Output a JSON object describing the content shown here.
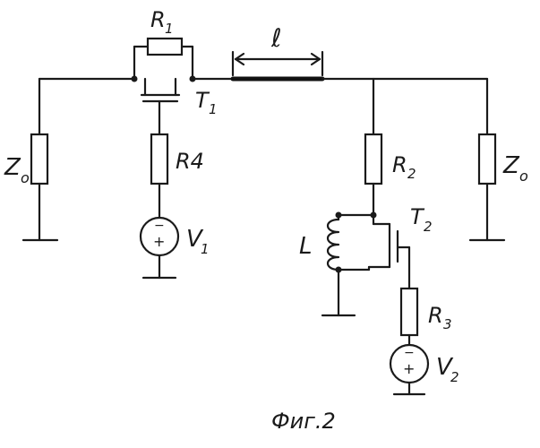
{
  "components": {
    "r1": "R",
    "r1_sub": "1",
    "r2": "R",
    "r2_sub": "2",
    "r3": "R",
    "r3_sub": "3",
    "r4": "R4",
    "t1": "T",
    "t1_sub": "1",
    "t2": "T",
    "t2_sub": "2",
    "v1": "V",
    "v1_sub": "1",
    "v2": "V",
    "v2_sub": "2",
    "l": "L",
    "length": "ℓ",
    "z0_left": "Z",
    "z0_left_sub": "o",
    "z0_right": "Z",
    "z0_right_sub": "o"
  },
  "source_signs": {
    "minus": "−",
    "plus": "+"
  },
  "caption": "Фиг.2"
}
